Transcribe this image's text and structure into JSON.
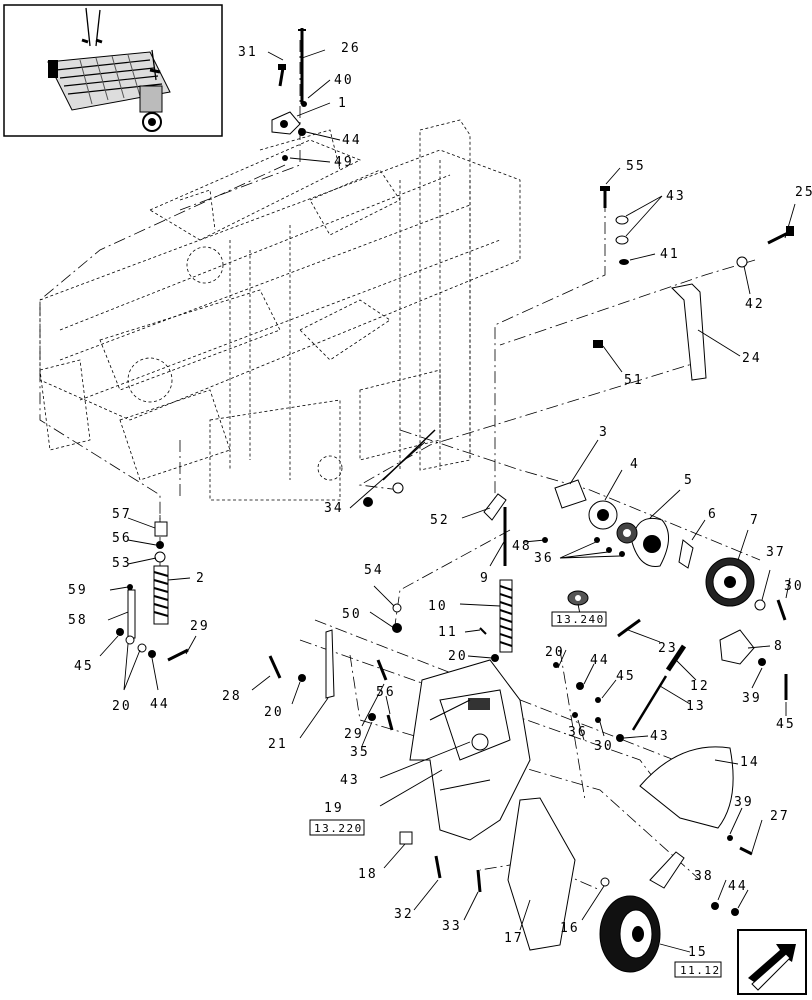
{
  "callouts": {
    "c1": "1",
    "c2": "2",
    "c3": "3",
    "c4": "4",
    "c5": "5",
    "c6": "6",
    "c7": "7",
    "c8": "8",
    "c9": "9",
    "c10": "10",
    "c11": "11",
    "c12": "12",
    "c13": "13",
    "c14": "14",
    "c15": "15",
    "c16": "16",
    "c17": "17",
    "c18": "18",
    "c19": "19",
    "c20a": "20",
    "c20b": "20",
    "c20c": "20",
    "c20d": "20",
    "c21": "21",
    "c23": "23",
    "c24": "24",
    "c25": "25",
    "c26": "26",
    "c27": "27",
    "c28": "28",
    "c29a": "29",
    "c29b": "29",
    "c30a": "30",
    "c30b": "30",
    "c31": "31",
    "c32": "32",
    "c33": "33",
    "c34": "34",
    "c35": "35",
    "c36a": "36",
    "c36b": "36",
    "c37": "37",
    "c38": "38",
    "c39a": "39",
    "c39b": "39",
    "c40": "40",
    "c41": "41",
    "c42": "42",
    "c43a": "43",
    "c43b": "43",
    "c43c": "43",
    "c44a": "44",
    "c44b": "44",
    "c44c": "44",
    "c44d": "44",
    "c45a": "45",
    "c45b": "45",
    "c45c": "45",
    "c48": "48",
    "c49": "49",
    "c50": "50",
    "c51": "51",
    "c52": "52",
    "c53": "53",
    "c54": "54",
    "c55": "55",
    "c56a": "56",
    "c56b": "56",
    "c57": "57",
    "c58": "58",
    "c59": "59"
  },
  "references": {
    "r13240": "13.240",
    "r13220": "13.220",
    "r1112": "11.12"
  },
  "icons": {
    "thumbnail": "machine-overview-icon",
    "navigation": "next-page-arrow-icon"
  }
}
